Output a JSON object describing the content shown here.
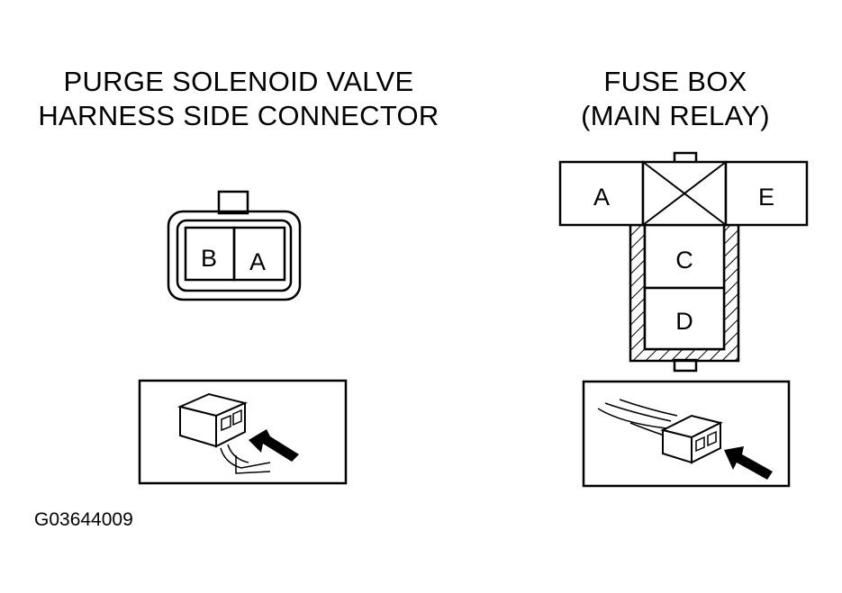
{
  "left": {
    "title_line1": "PURGE SOLENOID VALVE",
    "title_line2": "HARNESS SIDE CONNECTOR",
    "pins": [
      "B",
      "A"
    ]
  },
  "right": {
    "title_line1": "FUSE BOX",
    "title_line2": "(MAIN RELAY)",
    "terminals": [
      "A",
      "E",
      "C",
      "D"
    ]
  },
  "figure_id": "G03644009"
}
